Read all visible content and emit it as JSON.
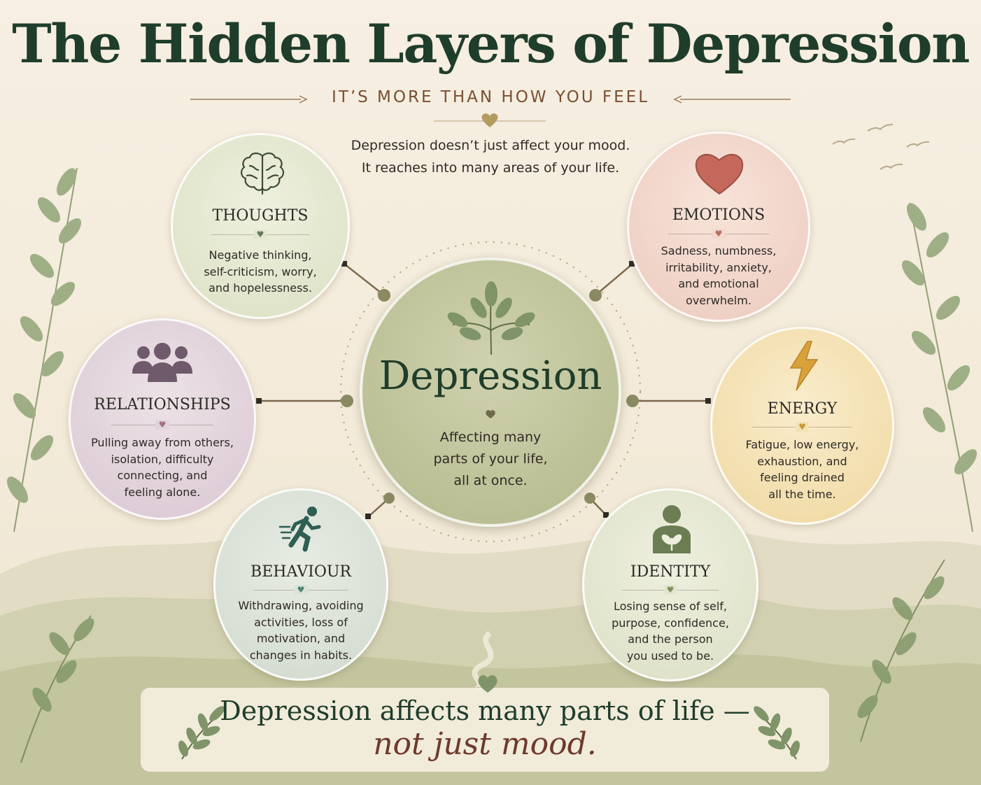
{
  "title": "The Hidden Layers of Depression",
  "subtitle": "IT’S MORE THAN HOW YOU FEEL",
  "intro": [
    "Depression doesn’t just affect your mood.",
    "It reaches into many areas of your life."
  ],
  "center": {
    "title": "Depression",
    "description": [
      "Affecting many",
      "parts of your life,",
      "all at once."
    ]
  },
  "layers": [
    {
      "id": "thoughts",
      "title": "THOUGHTS",
      "icon": "brain-icon",
      "accent": "#4f6b4f",
      "description": [
        "Negative thinking,",
        "self-criticism, worry,",
        "and hopelessness."
      ]
    },
    {
      "id": "emotions",
      "title": "EMOTIONS",
      "icon": "heart-icon",
      "accent": "#c4685c",
      "description": [
        "Sadness, numbness,",
        "irritability, anxiety,",
        "and emotional",
        "overwhelm."
      ]
    },
    {
      "id": "relationships",
      "title": "RELATIONSHIPS",
      "icon": "people-icon",
      "accent": "#6e5a6a",
      "description": [
        "Pulling away from others,",
        "isolation, difficulty",
        "connecting, and",
        "feeling alone."
      ]
    },
    {
      "id": "energy",
      "title": "ENERGY",
      "icon": "lightning-icon",
      "accent": "#d9a13a",
      "description": [
        "Fatigue, low energy,",
        "exhaustion, and",
        "feeling drained",
        "all the time."
      ]
    },
    {
      "id": "behaviour",
      "title": "BEHAVIOUR",
      "icon": "running-person-icon",
      "accent": "#2f5e52",
      "description": [
        "Withdrawing, avoiding",
        "activities, loss of",
        "motivation, and",
        "changes in habits."
      ]
    },
    {
      "id": "identity",
      "title": "IDENTITY",
      "icon": "person-sprout-icon",
      "accent": "#6b7d52",
      "description": [
        "Losing sense of self,",
        "purpose, confidence,",
        "and the person",
        "you used to be."
      ]
    }
  ],
  "footer": {
    "line1": "Depression affects many parts of life —",
    "line2": "not just mood."
  },
  "colors": {
    "title": "#1f3d2b",
    "subtitle": "#7a4e32",
    "background": "#f4ecdc",
    "leaf": "#7f9468",
    "footer_accent": "#6e3a2c"
  }
}
